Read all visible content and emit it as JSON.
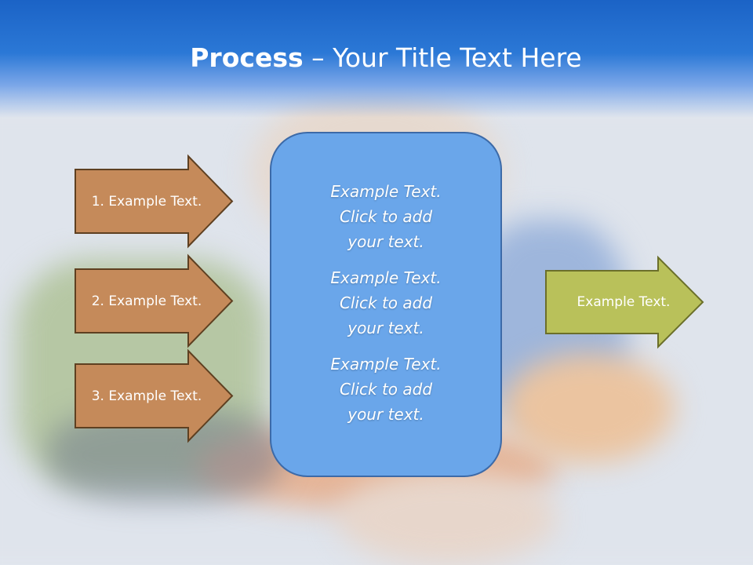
{
  "title": {
    "bold": "Process",
    "rest": " – Your Title Text Here"
  },
  "left_steps": [
    {
      "label": "1. Example Text."
    },
    {
      "label": "2. Example Text."
    },
    {
      "label": "3. Example Text."
    }
  ],
  "center_box": {
    "paragraphs": [
      "Example Text.\nClick  to add\nyour text.",
      "Example Text.\nClick  to add\nyour text.",
      "Example Text.\nClick  to add\nyour text."
    ]
  },
  "result_arrow": {
    "label": "Example Text."
  },
  "colors": {
    "header": "#1b63c6",
    "step_arrow_fill": "#c58a5a",
    "step_arrow_stroke": "#5e4021",
    "result_arrow_fill": "#b9c15a",
    "result_arrow_stroke": "#6b6f2a",
    "center_box_fill": "#6aa6ea",
    "center_box_stroke": "#3c6aa8"
  }
}
